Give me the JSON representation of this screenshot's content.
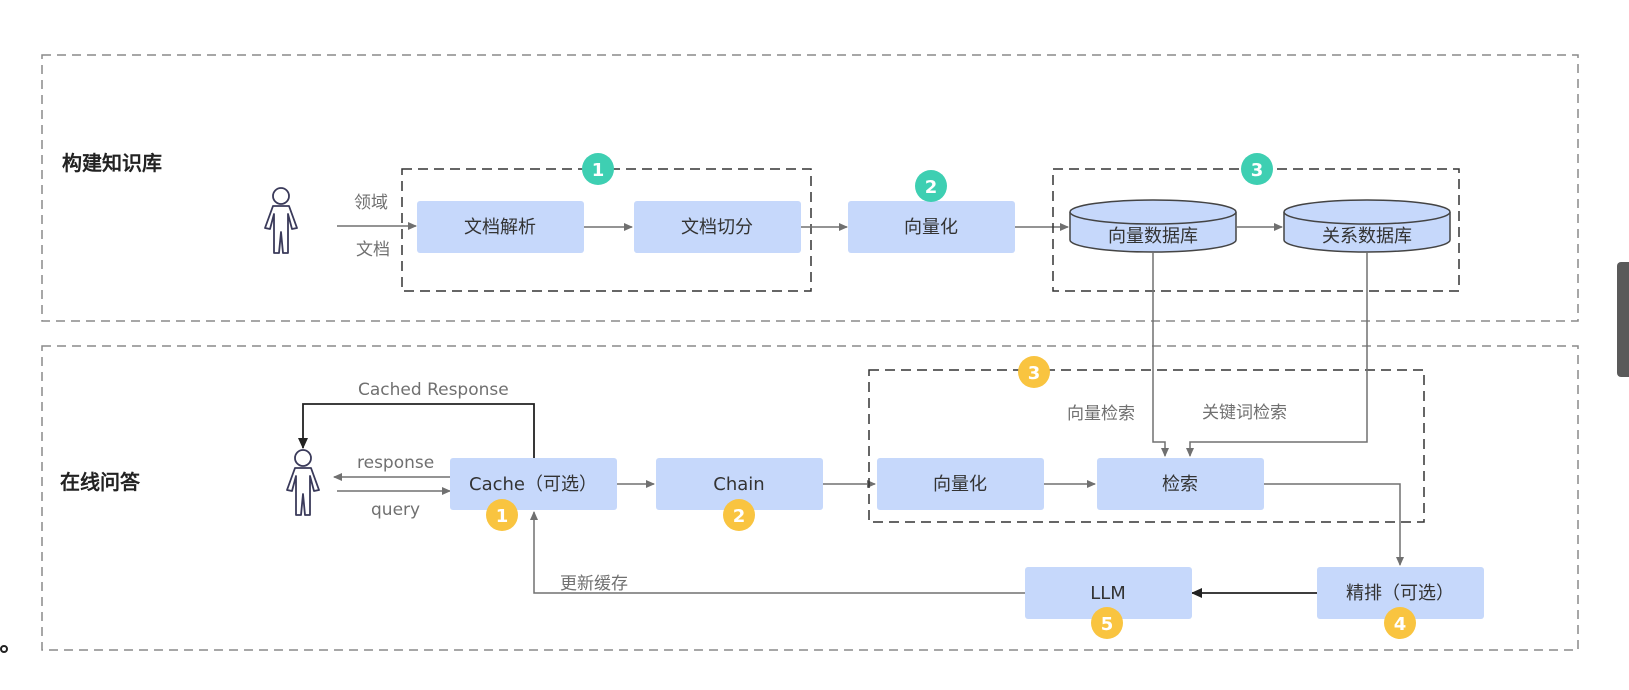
{
  "sections": {
    "build_kb": "构建知识库",
    "online_qa": "在线问答"
  },
  "build": {
    "input_label_1": "领域",
    "input_label_2": "文档",
    "parse": "文档解析",
    "split": "文档切分",
    "vectorize": "向量化",
    "vector_db": "向量数据库",
    "relational_db": "关系数据库",
    "badges": [
      "1",
      "2",
      "3"
    ]
  },
  "qa": {
    "cached_response": "Cached Response",
    "response": "response",
    "query": "query",
    "cache": "Cache（可选）",
    "chain": "Chain",
    "vectorize": "向量化",
    "retrieve": "检索",
    "vector_search": "向量检索",
    "keyword_search": "关键词检索",
    "rerank": "精排（可选）",
    "llm": "LLM",
    "update_cache": "更新缓存",
    "badges": [
      "1",
      "2",
      "3",
      "4",
      "5"
    ]
  },
  "colors": {
    "box_fill": "#c6d8fb",
    "teal_badge": "#3ecfb2",
    "yellow_badge": "#f9c440",
    "line": "#707070",
    "dash": "#8a8a8a",
    "text": "#333333"
  }
}
